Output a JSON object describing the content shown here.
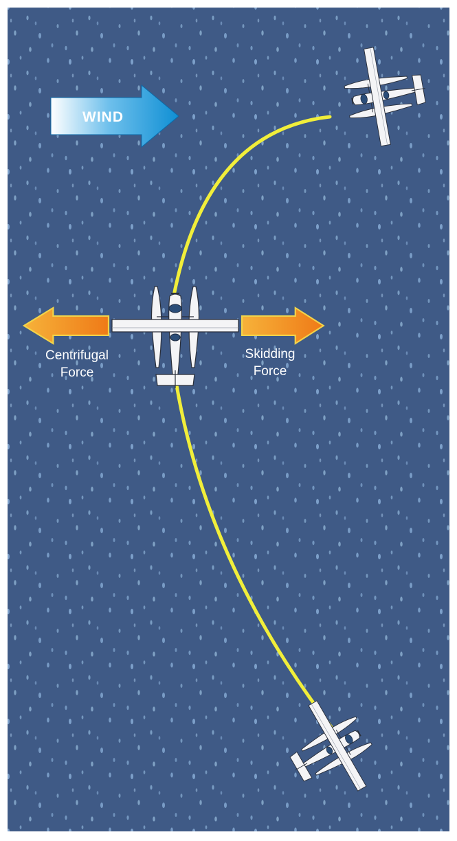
{
  "wind": {
    "label": "WIND"
  },
  "forces": {
    "centrifugal": {
      "line1": "Centrifugal",
      "line2": "Force"
    },
    "skidding": {
      "line1": "Skidding",
      "line2": "Force"
    }
  },
  "colors": {
    "water": "#3f5a86",
    "path": "#f1ee3a",
    "wind_arrow": "#1a9ad8",
    "force_arrow": "#f08a1c",
    "plane": "#f4f4f6"
  },
  "icons": {
    "wind_arrow": "wind-arrow-icon",
    "plane": "seaplane-icon",
    "force_arrow": "force-arrow-icon"
  }
}
